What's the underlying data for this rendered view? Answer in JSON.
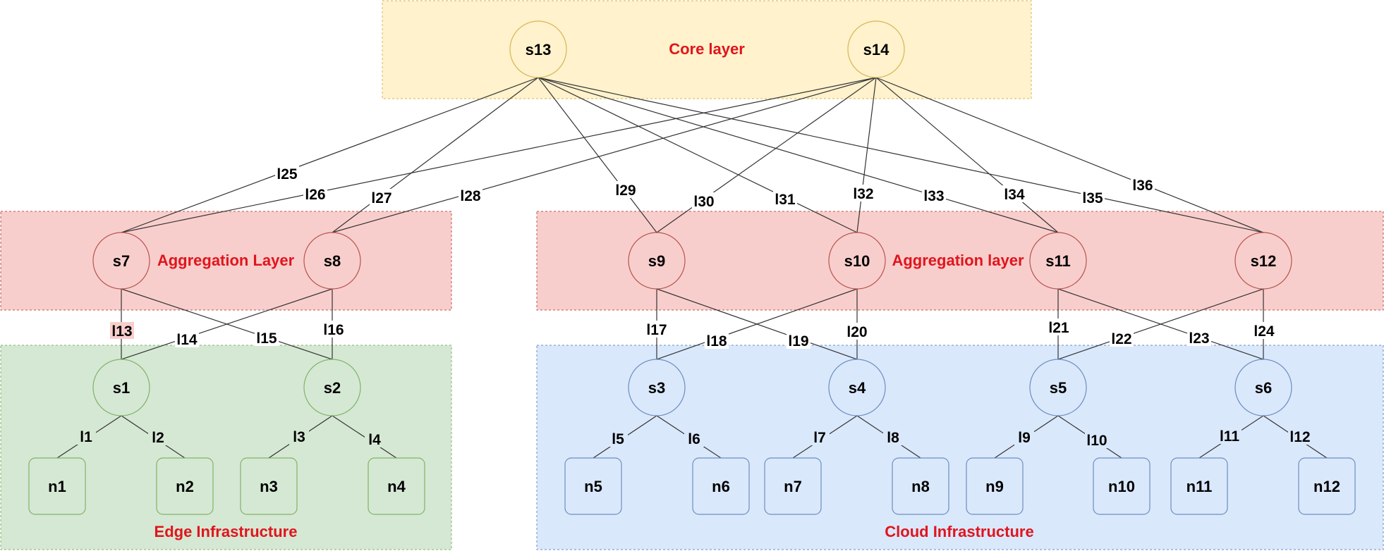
{
  "regions": {
    "core": {
      "title": "Core layer",
      "fill": "#fff2cc",
      "stroke": "#d6b656"
    },
    "agg_left": {
      "title": "Aggregation Layer",
      "fill": "#f8cecc",
      "stroke": "#b85450"
    },
    "agg_right": {
      "title": "Aggregation layer",
      "fill": "#f8cecc",
      "stroke": "#b85450"
    },
    "edge": {
      "title": "Edge Infrastructure",
      "fill": "#d5e8d4",
      "stroke": "#82b366"
    },
    "cloud": {
      "title": "Cloud Infrastructure",
      "fill": "#dae8fc",
      "stroke": "#6c8ebf"
    }
  },
  "switches": {
    "s13": "s13",
    "s14": "s14",
    "s7": "s7",
    "s8": "s8",
    "s9": "s9",
    "s10": "s10",
    "s11": "s11",
    "s12": "s12",
    "s1": "s1",
    "s2": "s2",
    "s3": "s3",
    "s4": "s4",
    "s5": "s5",
    "s6": "s6"
  },
  "hosts": {
    "n1": "n1",
    "n2": "n2",
    "n3": "n3",
    "n4": "n4",
    "n5": "n5",
    "n6": "n6",
    "n7": "n7",
    "n8": "n8",
    "n9": "n9",
    "n10": "n10",
    "n11": "n11",
    "n12": "n12"
  },
  "links": {
    "l1": "l1",
    "l2": "l2",
    "l3": "l3",
    "l4": "l4",
    "l5": "l5",
    "l6": "l6",
    "l7": "l7",
    "l8": "l8",
    "l9": "l9",
    "l10": "l10",
    "l11": "l11",
    "l12": "l12",
    "l13": "l13",
    "l14": "l14",
    "l15": "l15",
    "l16": "l16",
    "l17": "l17",
    "l18": "l18",
    "l19": "l19",
    "l20": "l20",
    "l21": "l21",
    "l22": "l22",
    "l23": "l23",
    "l24": "l24",
    "l25": "l25",
    "l26": "l26",
    "l27": "l27",
    "l28": "l28",
    "l29": "l29",
    "l30": "l30",
    "l31": "l31",
    "l32": "l32",
    "l33": "l33",
    "l34": "l34",
    "l35": "l35",
    "l36": "l36"
  }
}
